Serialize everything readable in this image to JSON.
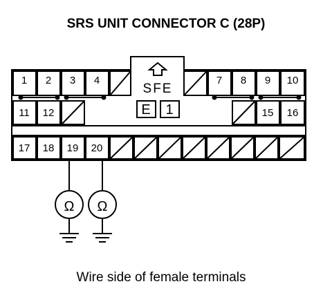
{
  "title": "SRS UNIT CONNECTOR C (28P)",
  "caption": "Wire side of female terminals",
  "lock_label": "SFE",
  "marker_e": "E",
  "marker_1": "1",
  "row1_left": [
    "1",
    "2",
    "3",
    "4"
  ],
  "row1_right": [
    "7",
    "8",
    "9",
    "10"
  ],
  "row2_left": [
    "11",
    "12"
  ],
  "row2_right": [
    "15",
    "16"
  ],
  "row3": [
    "17",
    "18",
    "19",
    "20"
  ],
  "meter_symbol": "Ω"
}
